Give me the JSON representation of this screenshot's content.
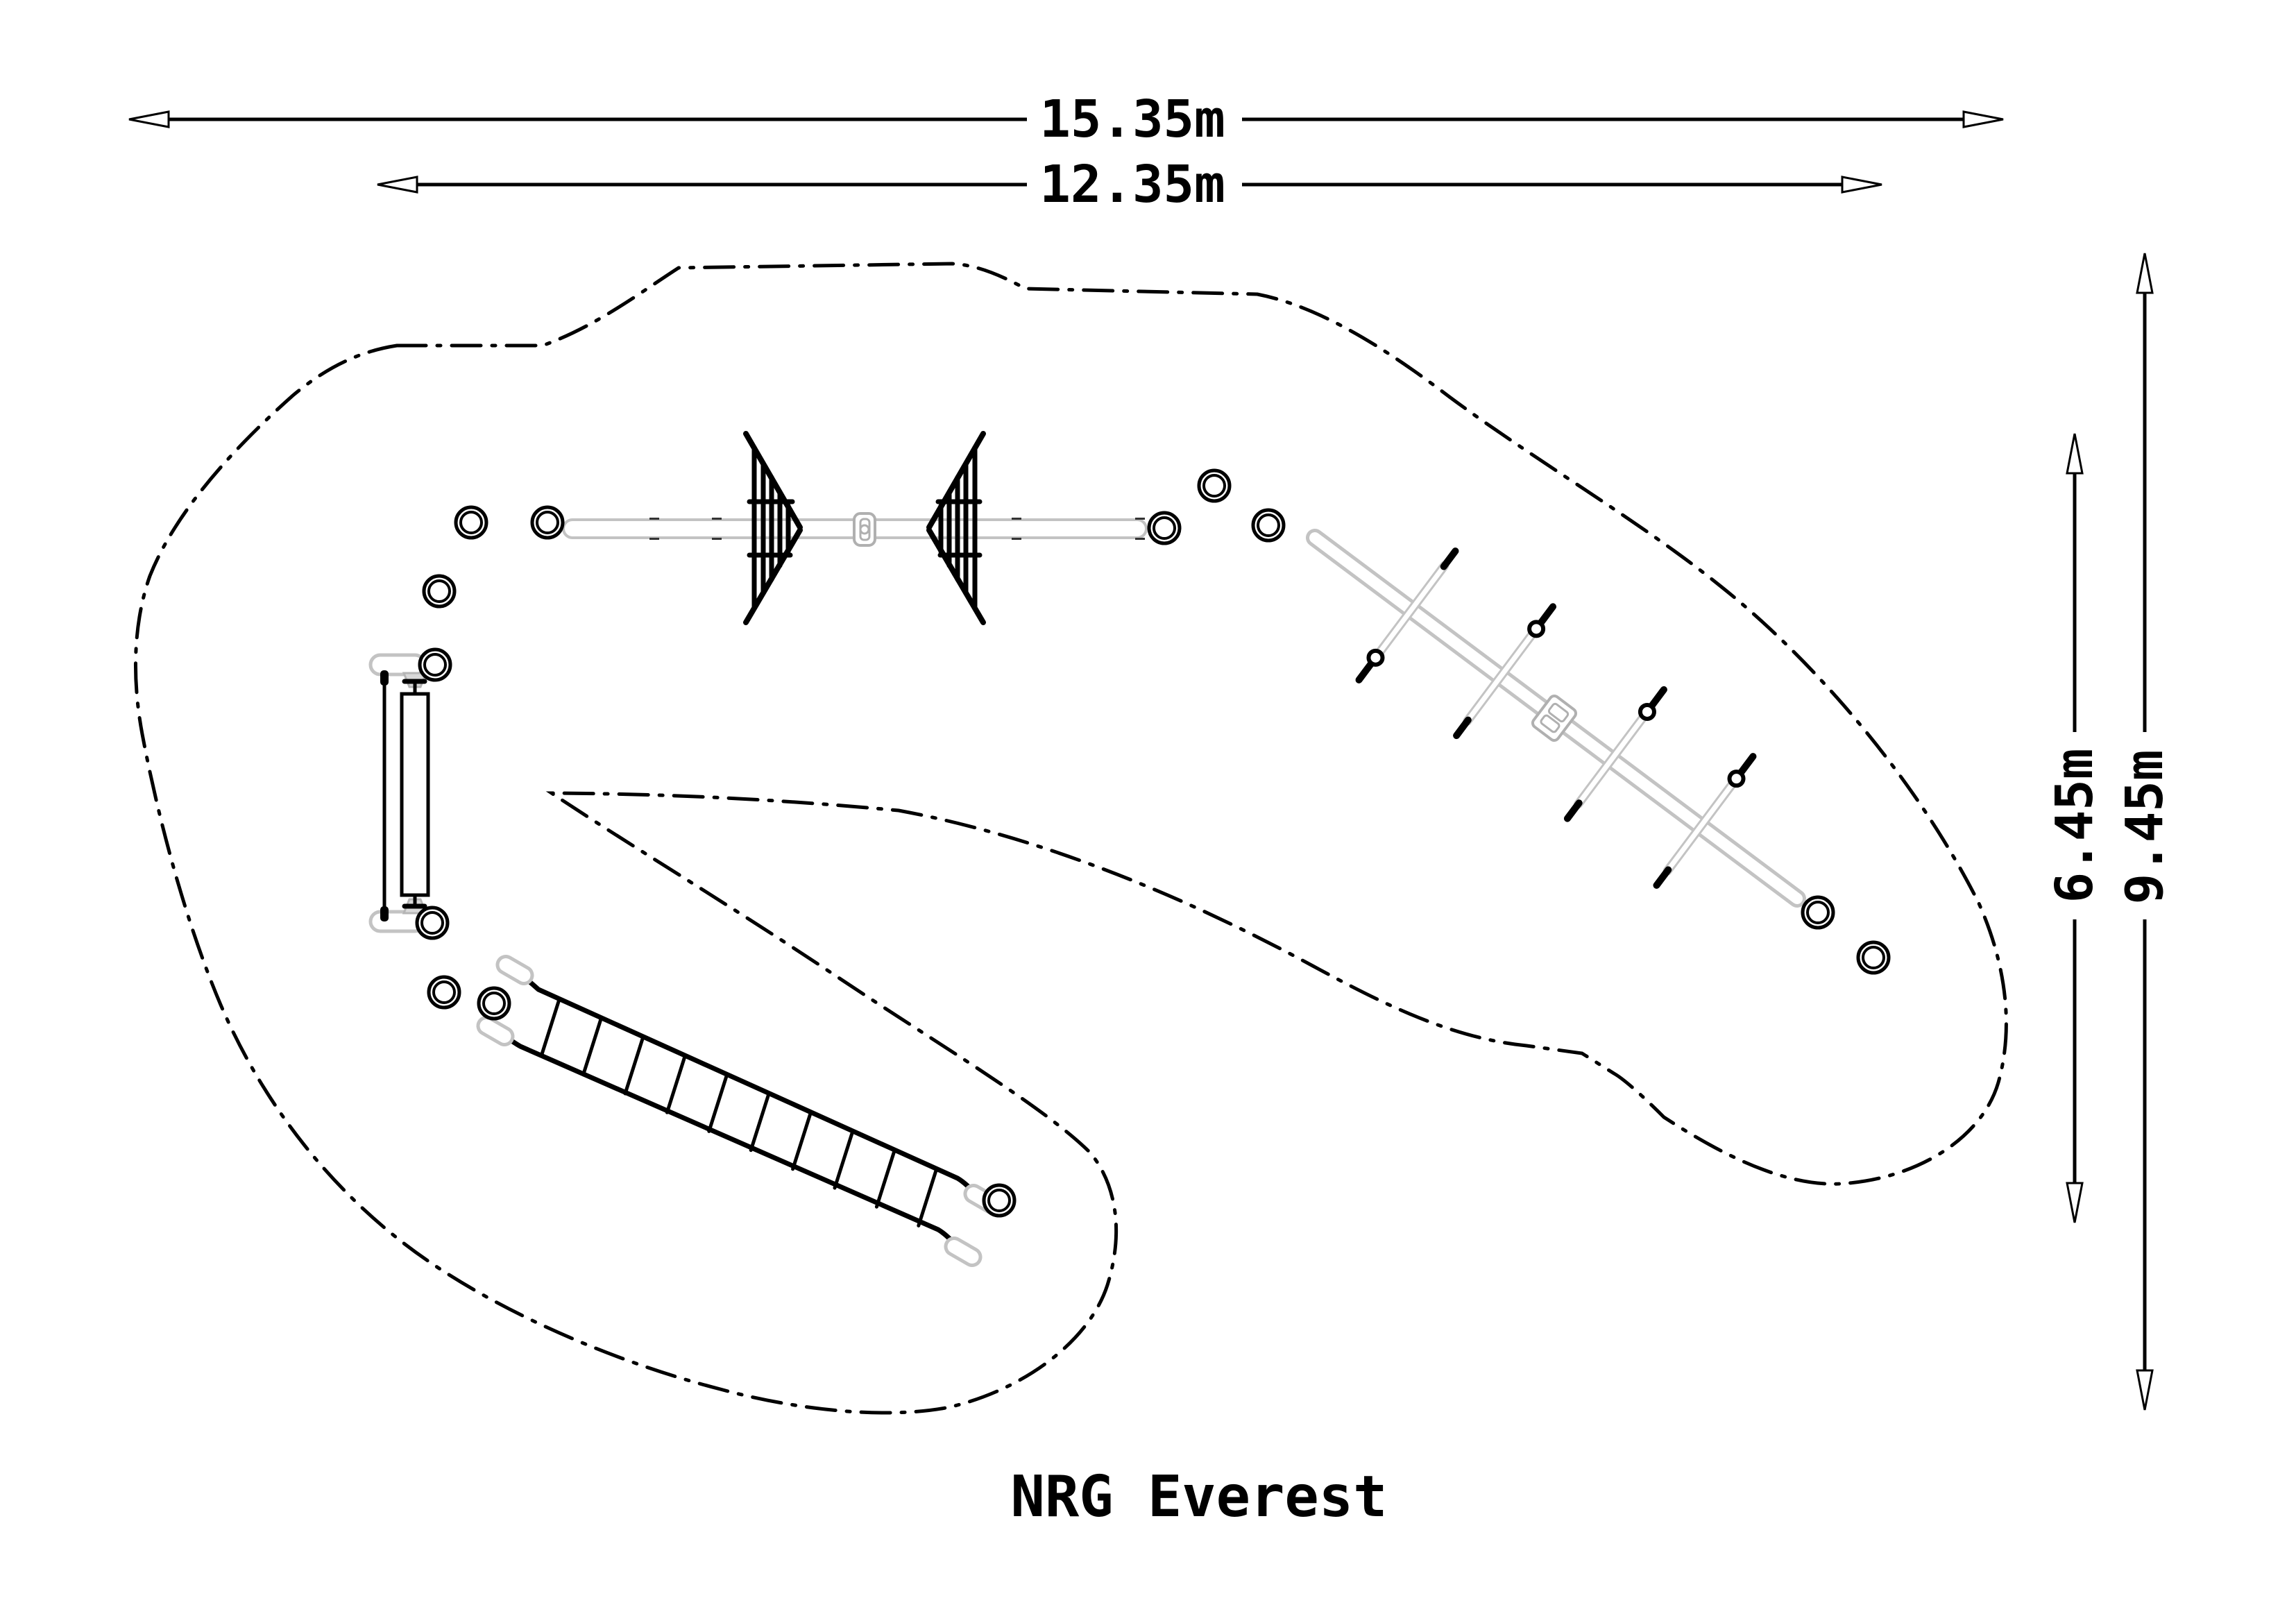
{
  "drawing": {
    "title": "NRG Everest",
    "dimensions": {
      "total_width": "15.35m",
      "inner_width": "12.35m",
      "inner_height": "6.45m",
      "total_height": "9.45m"
    },
    "colors": {
      "line": "#000000",
      "equipment_outline": "#c3c3c3",
      "background": "#ffffff"
    },
    "boundary_style": "dash-dot"
  }
}
